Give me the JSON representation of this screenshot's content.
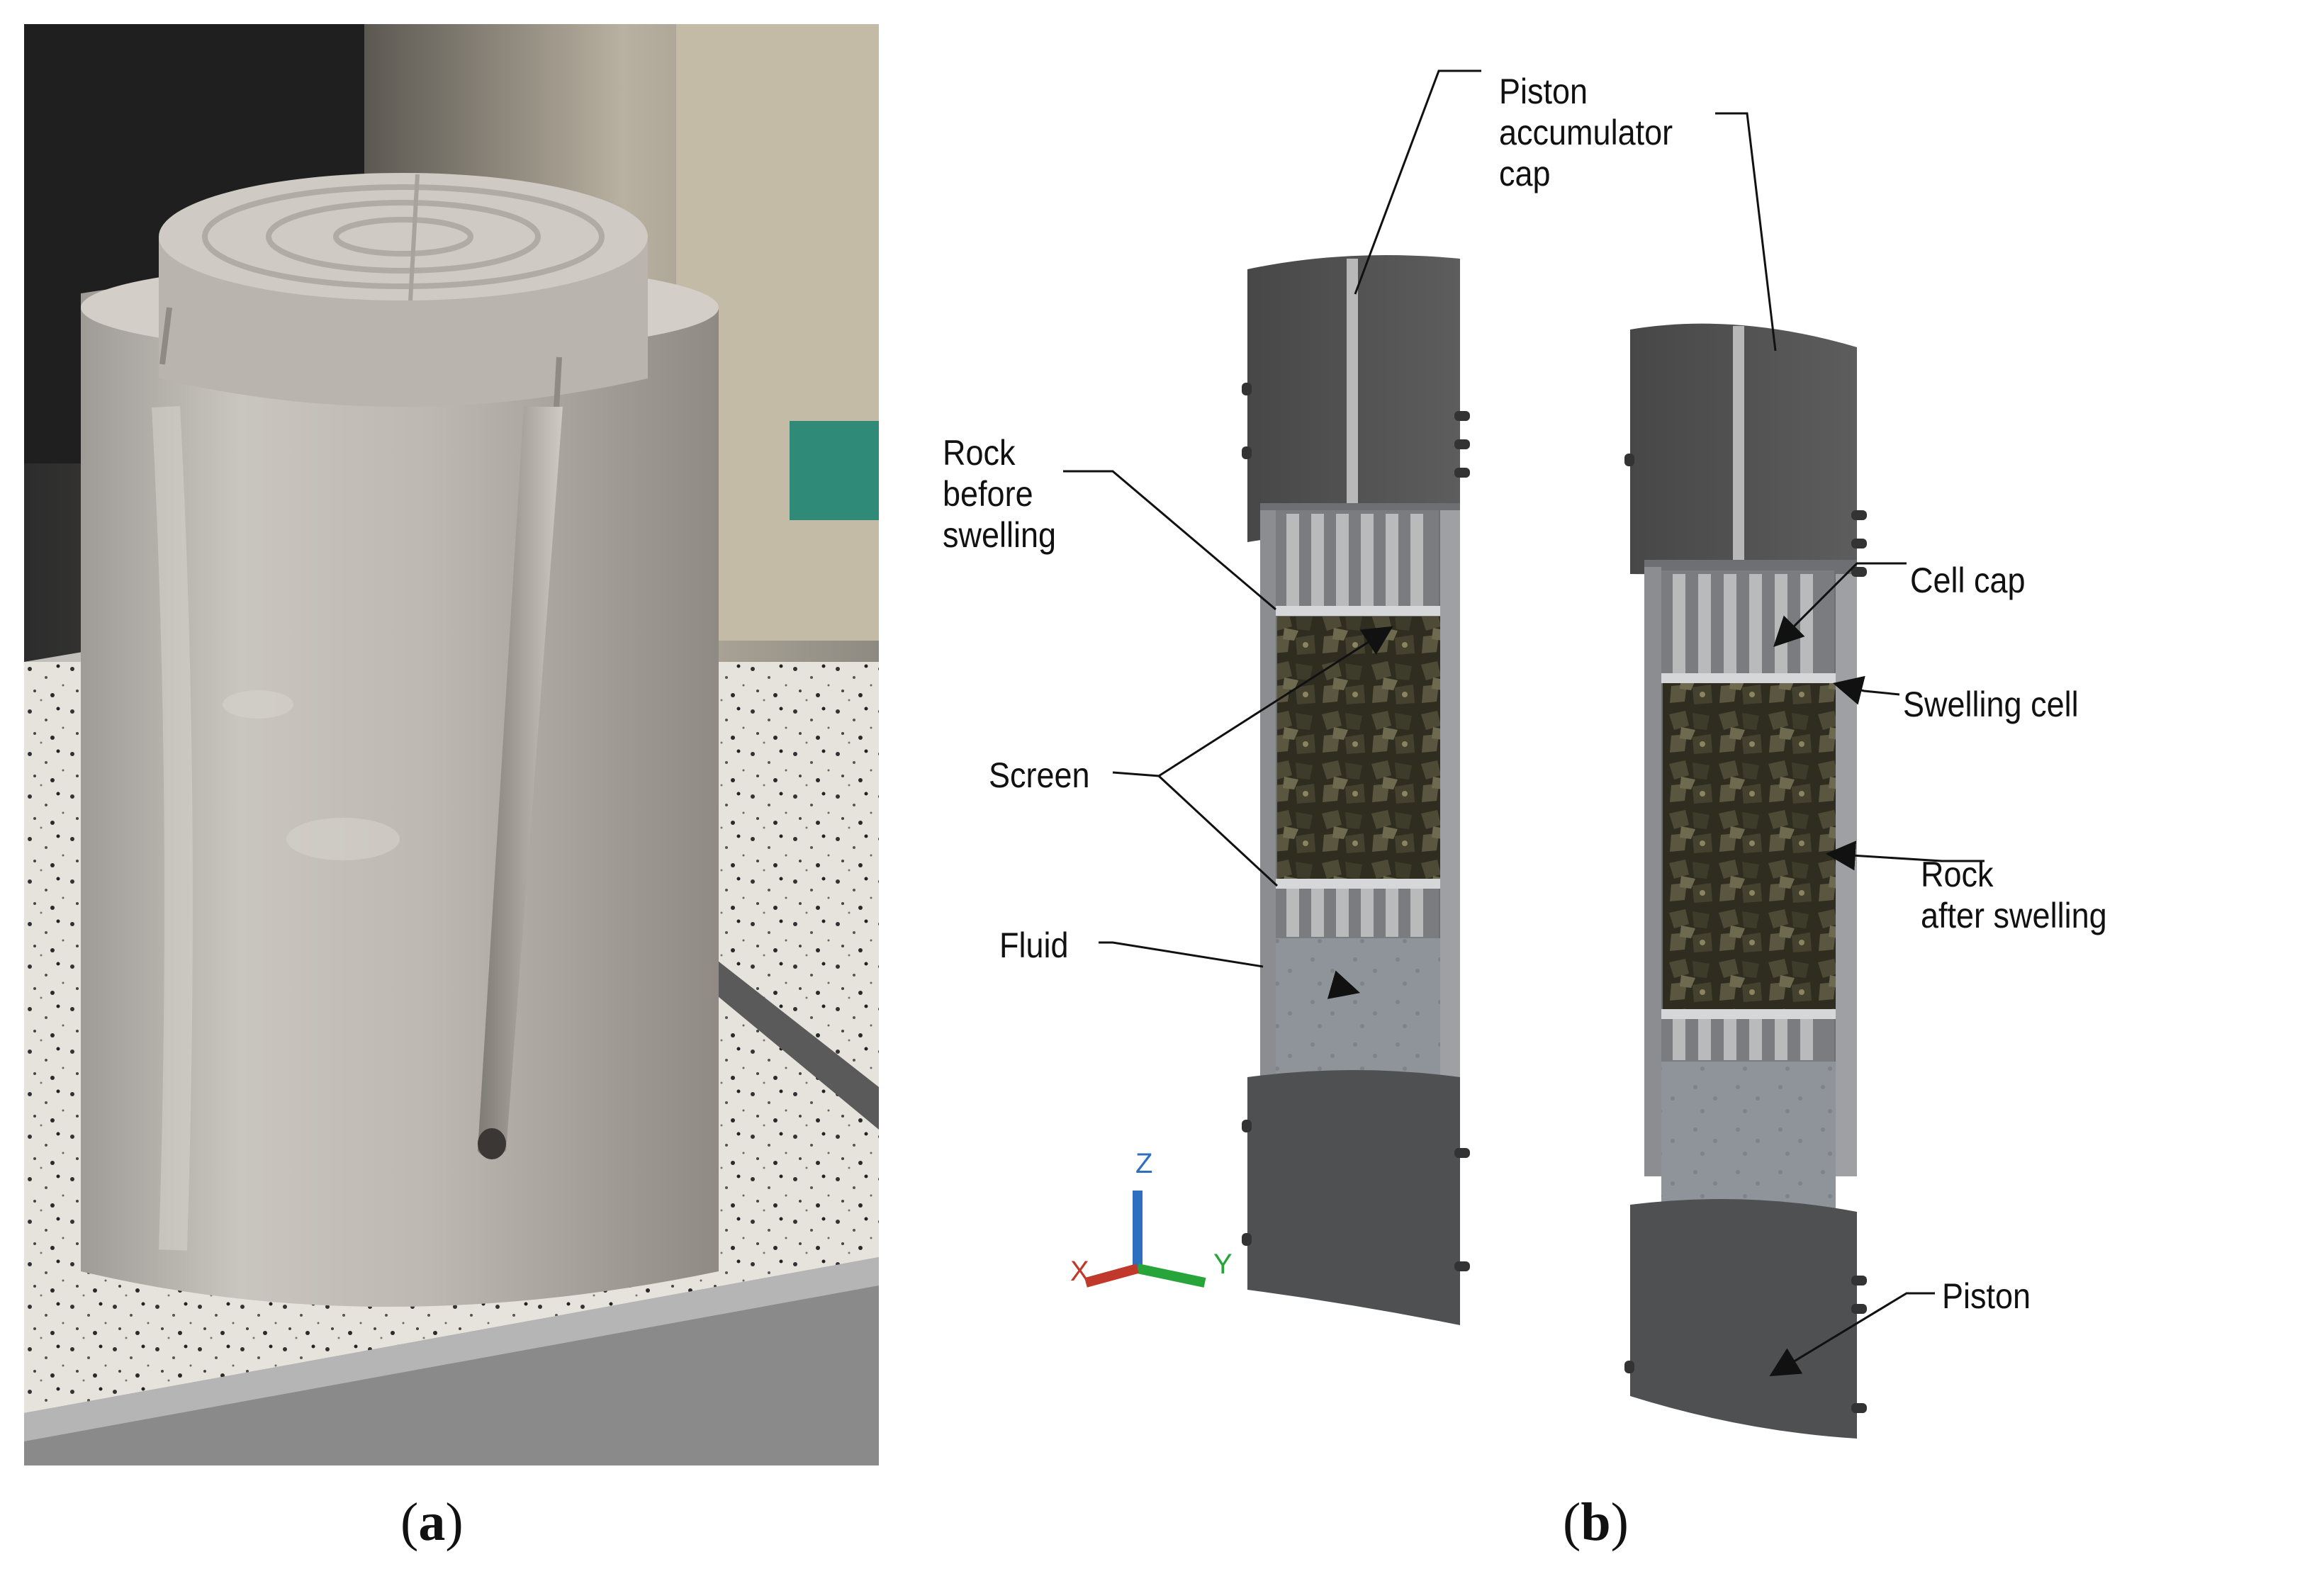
{
  "panels": {
    "a": {
      "caption_open": "(",
      "caption_letter": "a",
      "caption_close": ")"
    },
    "b": {
      "caption_open": "(",
      "caption_letter": "b",
      "caption_close": ")",
      "labels": {
        "piston_accumulator_cap": [
          "Piston",
          "accumulator",
          "cap"
        ],
        "rock_before_swelling": [
          "Rock",
          "before",
          "swelling"
        ],
        "screen": "Screen",
        "fluid": "Fluid",
        "cell_cap": "Cell cap",
        "swelling_cell": "Swelling cell",
        "rock_after_swelling": [
          "Rock",
          "after swelling"
        ],
        "piston": "Piston"
      },
      "axes": {
        "x": "X",
        "y": "Y",
        "z": "Z"
      }
    }
  },
  "colors": {
    "device_body": "#6b6b6b",
    "device_dark": "#4a4a4a",
    "screen_bars": "#a9a9a9",
    "rock": "#3b3a2a",
    "specimen_grey": "#bdb8b1",
    "x_axis": "#c0392b",
    "y_axis": "#27a43a",
    "z_axis": "#2f6fc0"
  }
}
